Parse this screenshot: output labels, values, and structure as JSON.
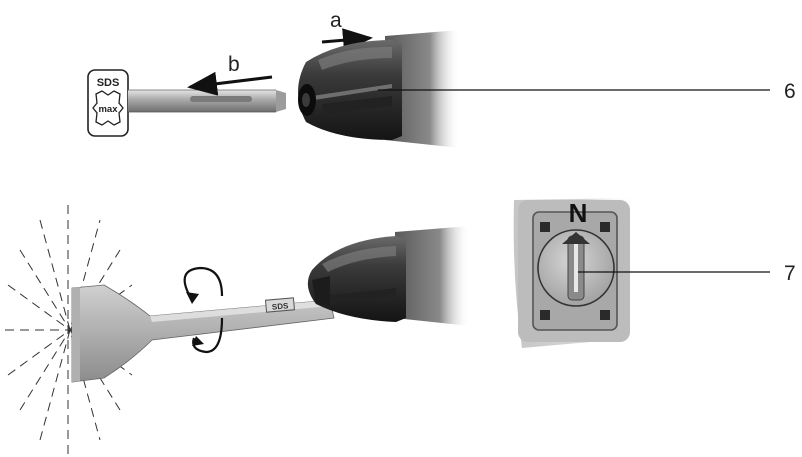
{
  "diagram": {
    "arrow_a_label": "a",
    "arrow_b_label": "b",
    "callout_6": "6",
    "callout_7": "7",
    "sds_badge_top": "SDS",
    "sds_badge_bottom": "max",
    "selector_letter": "N",
    "shank_marking": "SDS"
  },
  "colors": {
    "chuck_dark": "#2a2a2a",
    "chuck_mid": "#4a4a4a",
    "steel": "#9a9a9a",
    "steel_light": "#c8c8c8",
    "switch_bg": "#bdbdbd",
    "line": "#111111"
  }
}
